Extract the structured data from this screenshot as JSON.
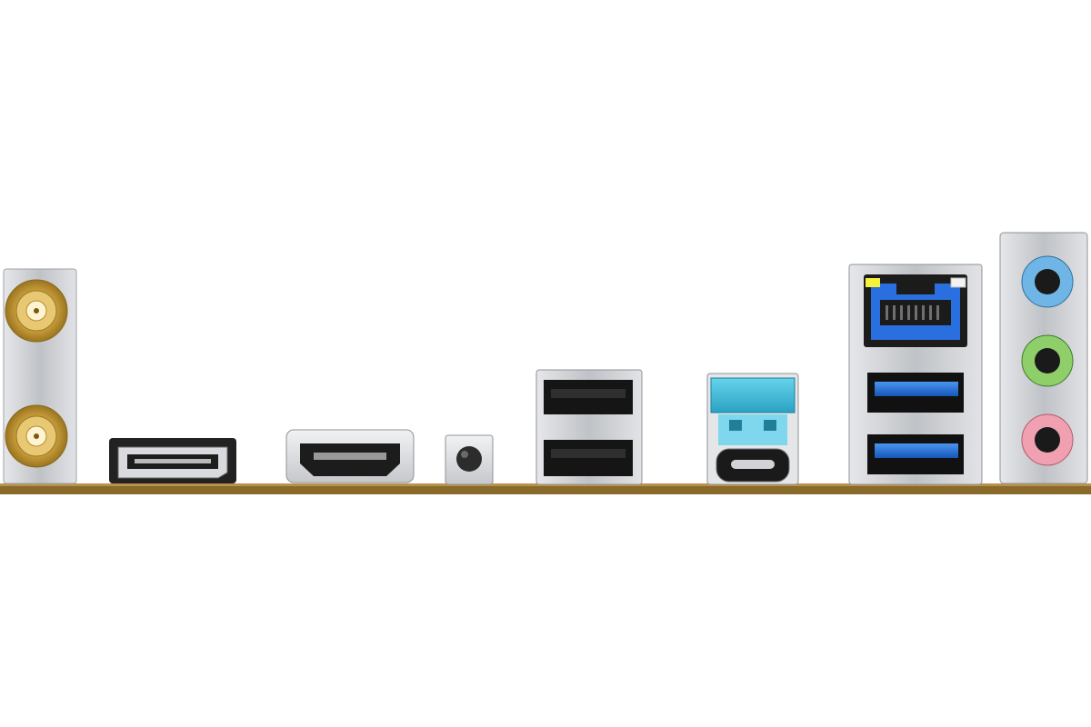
{
  "scene": {
    "background": "#ffffff",
    "pcb_color": "#8a6a2a",
    "gold": "#d4a437",
    "silver": "#c9cbcf",
    "usb3_blue": "#1f6fd6",
    "usb_c_cyan": "#36b9d8",
    "lan_blue": "#2a6fe0"
  },
  "ports": [
    {
      "name": "wifi-antenna-connectors",
      "count": 2
    },
    {
      "name": "displayport"
    },
    {
      "name": "hdmi"
    },
    {
      "name": "bios-flashback-button"
    },
    {
      "name": "usb-2-stack",
      "count": 2
    },
    {
      "name": "usb-a-and-usb-c-combo"
    },
    {
      "name": "lan-and-usb3-stack",
      "usb_count": 2
    },
    {
      "name": "audio-jacks",
      "colors": [
        "#6fb6e6",
        "#8fcf6a",
        "#f0a0b0"
      ]
    }
  ]
}
